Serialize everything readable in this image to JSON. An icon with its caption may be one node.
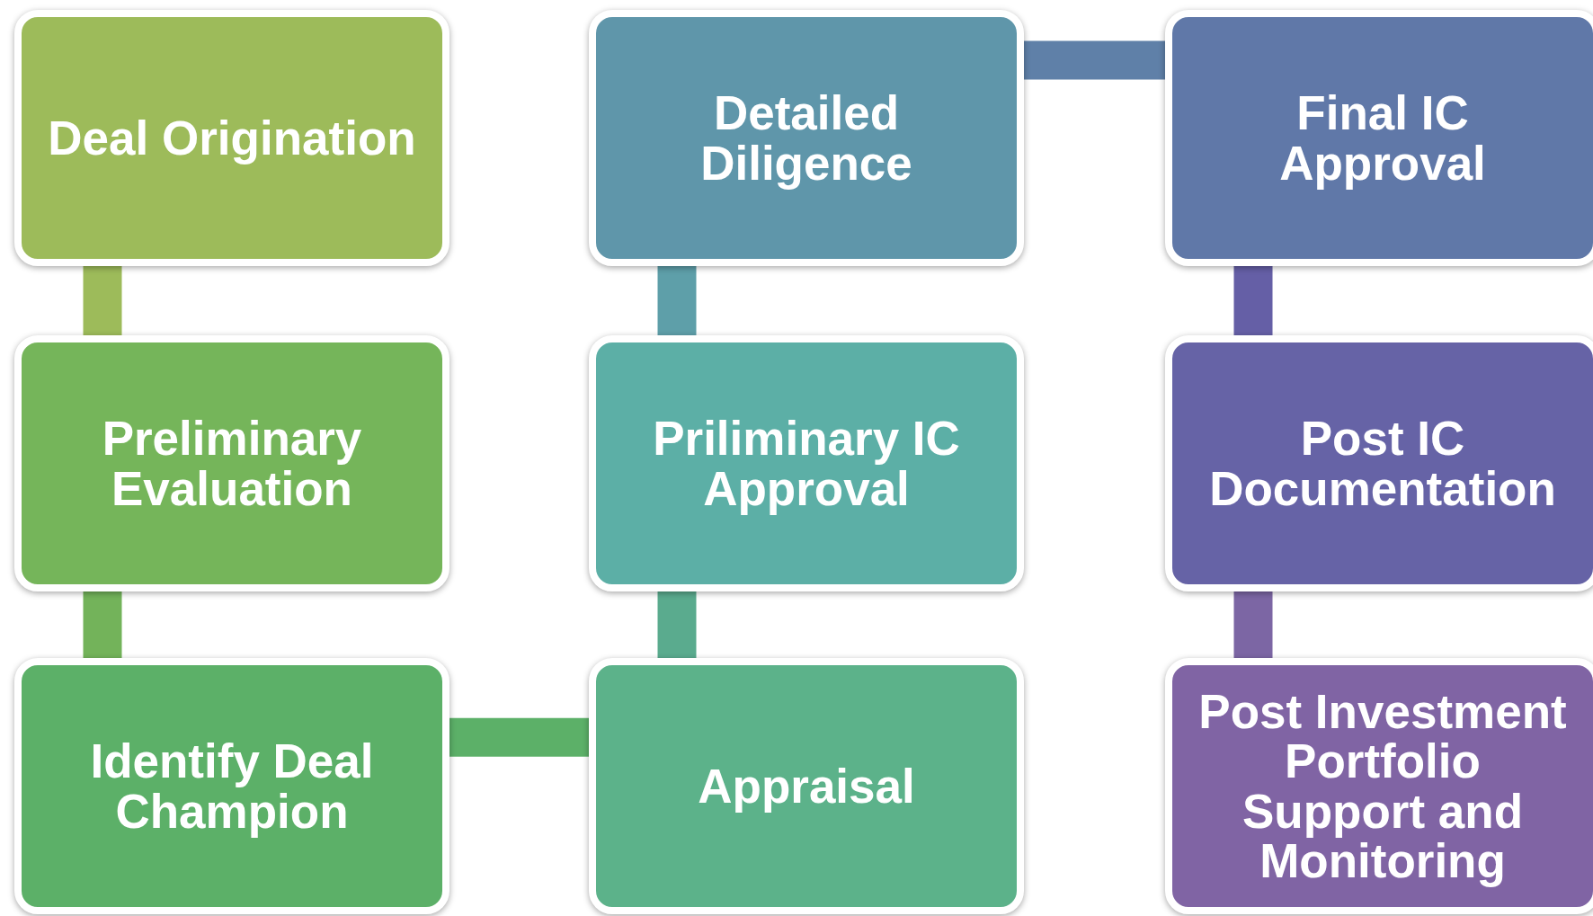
{
  "diagram": {
    "nodes": [
      {
        "text": [
          "Deal Origination"
        ]
      },
      {
        "text": [
          "Preliminary Evaluation"
        ]
      },
      {
        "text": [
          "Identify Deal Champion"
        ]
      },
      {
        "text": [
          "Detailed Diligence"
        ]
      },
      {
        "text": [
          "Priliminary IC Approval"
        ]
      },
      {
        "text": [
          "Appraisal"
        ]
      },
      {
        "text": [
          "Final IC Approval"
        ]
      },
      {
        "text": [
          "Post IC Documentation"
        ]
      },
      {
        "text": [
          "Post Investment Portfolio Support and Monitoring"
        ]
      }
    ],
    "edges": [
      {
        "from": 0,
        "to": 1,
        "arrow": "none",
        "color": "#9dbb5a"
      },
      {
        "from": 1,
        "to": 2,
        "arrow": "none",
        "color": "#73b35a"
      },
      {
        "from": 2,
        "to": 5,
        "arrow": "none",
        "color": "#5cb068"
      },
      {
        "from": 5,
        "to": 4,
        "arrow": "none",
        "color": "#5aab8e"
      },
      {
        "from": 4,
        "to": 3,
        "arrow": "none",
        "color": "#5e9fa9"
      },
      {
        "from": 3,
        "to": 6,
        "arrow": "none",
        "color": "#5f80a8"
      },
      {
        "from": 6,
        "to": 7,
        "arrow": "none",
        "color": "#655fa6"
      },
      {
        "from": 7,
        "to": 8,
        "arrow": "none",
        "color": "#7c66a4"
      }
    ]
  }
}
